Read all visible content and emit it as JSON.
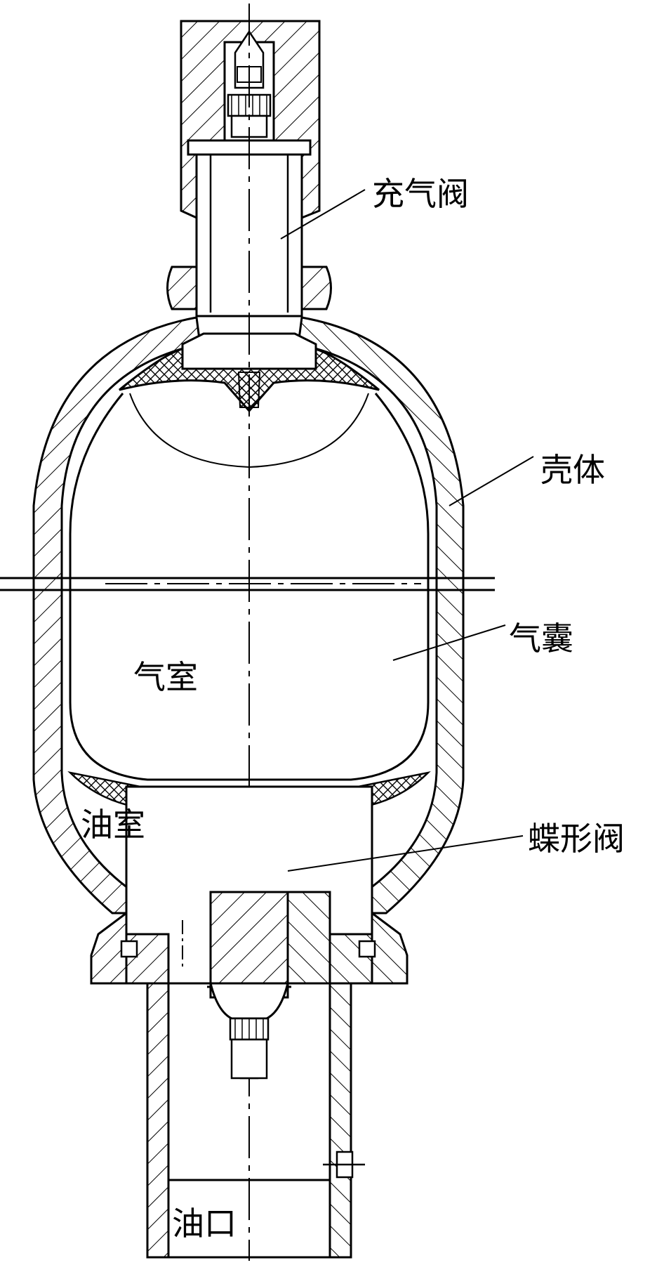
{
  "labels": {
    "charge_valve": "充气阀",
    "shell": "壳体",
    "bladder": "气囊",
    "gas_chamber": "气室",
    "oil_chamber": "油室",
    "poppet_valve": "蝶形阀",
    "oil_port": "油口"
  },
  "colors": {
    "line": "#000000",
    "background": "#ffffff"
  }
}
